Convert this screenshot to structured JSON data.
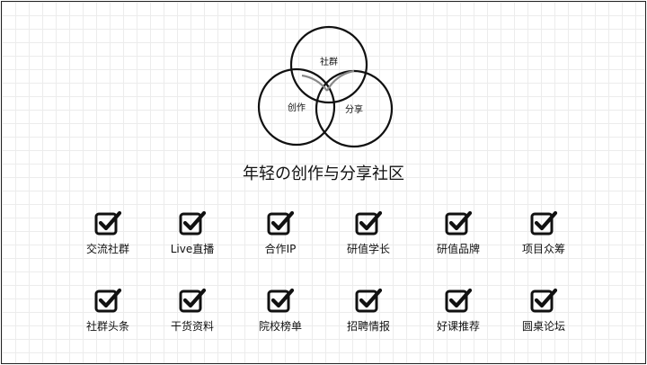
{
  "venn": {
    "circles": [
      {
        "label": "社群"
      },
      {
        "label": "创作"
      },
      {
        "label": "分享"
      }
    ]
  },
  "headline": "年轻の创作与分享社区",
  "features": {
    "row1": [
      "交流社群",
      "Live直播",
      "合作IP",
      "研值学长",
      "研值品牌",
      "项目众筹"
    ],
    "row2": [
      "社群头条",
      "干货资料",
      "院校榜单",
      "招聘情报",
      "好课推荐",
      "圆桌论坛"
    ]
  },
  "colors": {
    "ink": "#111111",
    "overlap_stroke": "#888888",
    "grid": "#ececec"
  }
}
